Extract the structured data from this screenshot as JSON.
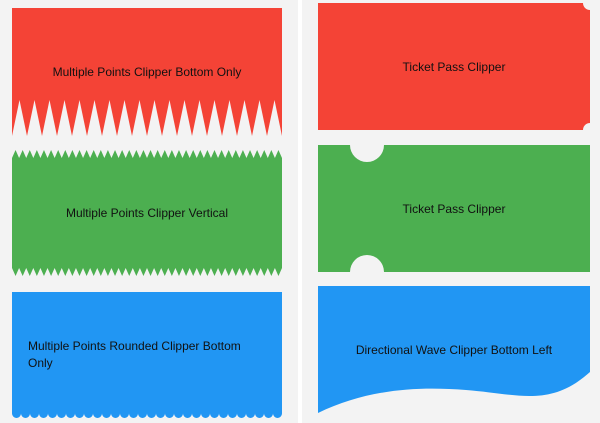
{
  "colors": {
    "background": "#f3f3f3",
    "red": "#f44336",
    "green": "#4caf50",
    "blue": "#2196f3",
    "text": "#111111"
  },
  "left_column": {
    "cards": [
      {
        "label": "Multiple Points Clipper Bottom Only",
        "color": "#f44336"
      },
      {
        "label": "Multiple Points Clipper Vertical",
        "color": "#4caf50"
      },
      {
        "label_line1": "Multiple Points Rounded Clipper Bottom",
        "label_line2": "Only",
        "color": "#2196f3"
      }
    ]
  },
  "right_column": {
    "cards": [
      {
        "label": "Ticket Pass Clipper",
        "color": "#f44336"
      },
      {
        "label": "Ticket Pass Clipper",
        "color": "#4caf50"
      },
      {
        "label": "Directional Wave Clipper Bottom Left",
        "color": "#2196f3"
      }
    ]
  }
}
